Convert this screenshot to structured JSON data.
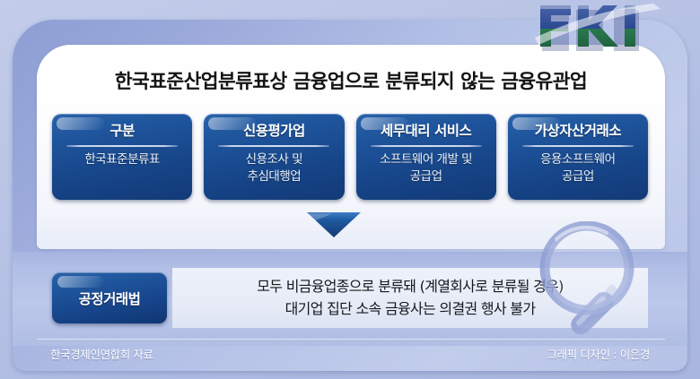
{
  "brand": {
    "logo_name": "fki-logo",
    "logo_text": "FKI",
    "logo_color_top": "#2e4e96",
    "logo_color_bottom": "#2e7d4f"
  },
  "header": {
    "title": "한국표준산업분류표상 금융업으로 분류되지 않는 금융유관업"
  },
  "categories": [
    {
      "head": "구분",
      "body": "한국표준분류표"
    },
    {
      "head": "신용평가업",
      "body": "신용조사 및\n추심대행업"
    },
    {
      "head": "세무대리 서비스",
      "body": "소프트웨어 개발 및\n공급업"
    },
    {
      "head": "가상자산거래소",
      "body": "응용소프트웨어\n공급업"
    }
  ],
  "flow": {
    "arrow_name": "down-arrow-icon",
    "arrow_color": "#1f5aa0"
  },
  "conclusion": {
    "label": "공정거래법",
    "line1": "모두 비금융업종으로 분류돼 (계열회사로 분류될 경우)",
    "line2": "대기업 집단 소속 금융사는 의결권 행사 불가"
  },
  "footer": {
    "source": "한국경제인연합회 자료",
    "credit": "그래픽 디자인 : 이은경"
  },
  "decoration": {
    "magnifier_name": "magnifying-glass-icon",
    "magnifier_color": "#8f9fd4"
  },
  "theme": {
    "background": "#b5c1e6",
    "box_blue": "#17468a",
    "panel_white": "#ffffff",
    "title_color": "#141414"
  }
}
